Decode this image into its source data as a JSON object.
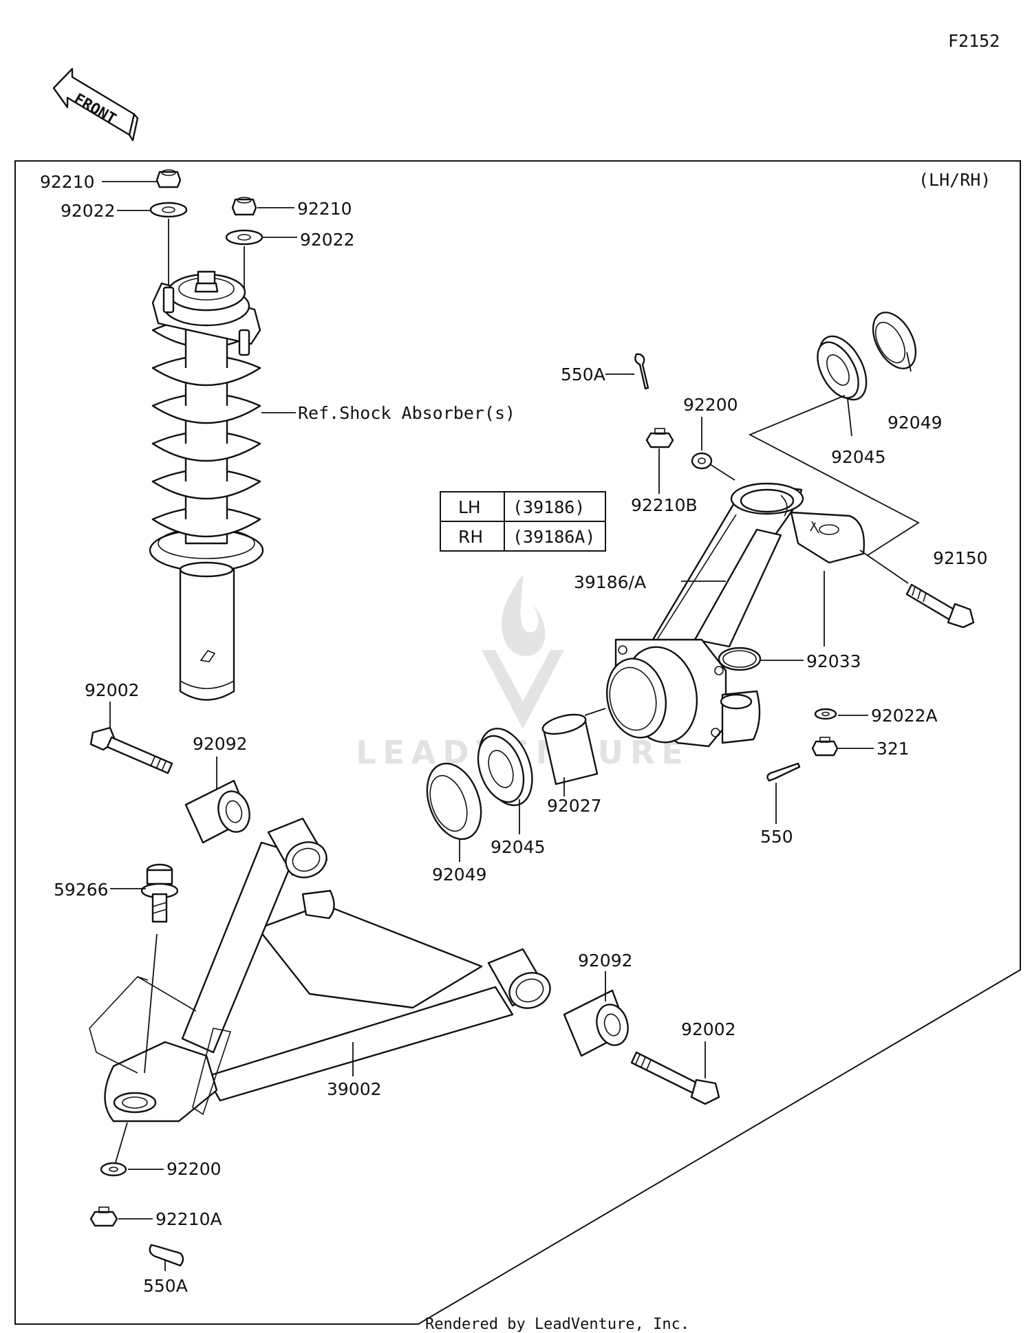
{
  "figure_code": "F2152",
  "side_note": "(LH/RH)",
  "front_arrow_label": "FRONT",
  "ref_label": "Ref.Shock Absorber(s)",
  "lr_table": [
    {
      "side": "LH",
      "part": "(39186)"
    },
    {
      "side": "RH",
      "part": "(39186A)"
    }
  ],
  "watermark": "LEADVENTURE",
  "footer": "Rendered by LeadVenture, Inc.",
  "callouts": {
    "c1": "92210",
    "c2": "92022",
    "c3": "92210",
    "c4": "92022",
    "c5": "550A",
    "c6": "92200",
    "c7": "92049",
    "c8": "92045",
    "c9": "92210B",
    "c10": "92150",
    "c11": "39186/A",
    "c12": "92033",
    "c13": "92022A",
    "c14": "321",
    "c15": "92002",
    "c16": "92092",
    "c17": "92027",
    "c18": "92045",
    "c19": "92049",
    "c20": "550",
    "c21": "59266",
    "c22": "92092",
    "c23": "92002",
    "c24": "39002",
    "c25": "92200",
    "c26": "92210A",
    "c27": "550A"
  }
}
